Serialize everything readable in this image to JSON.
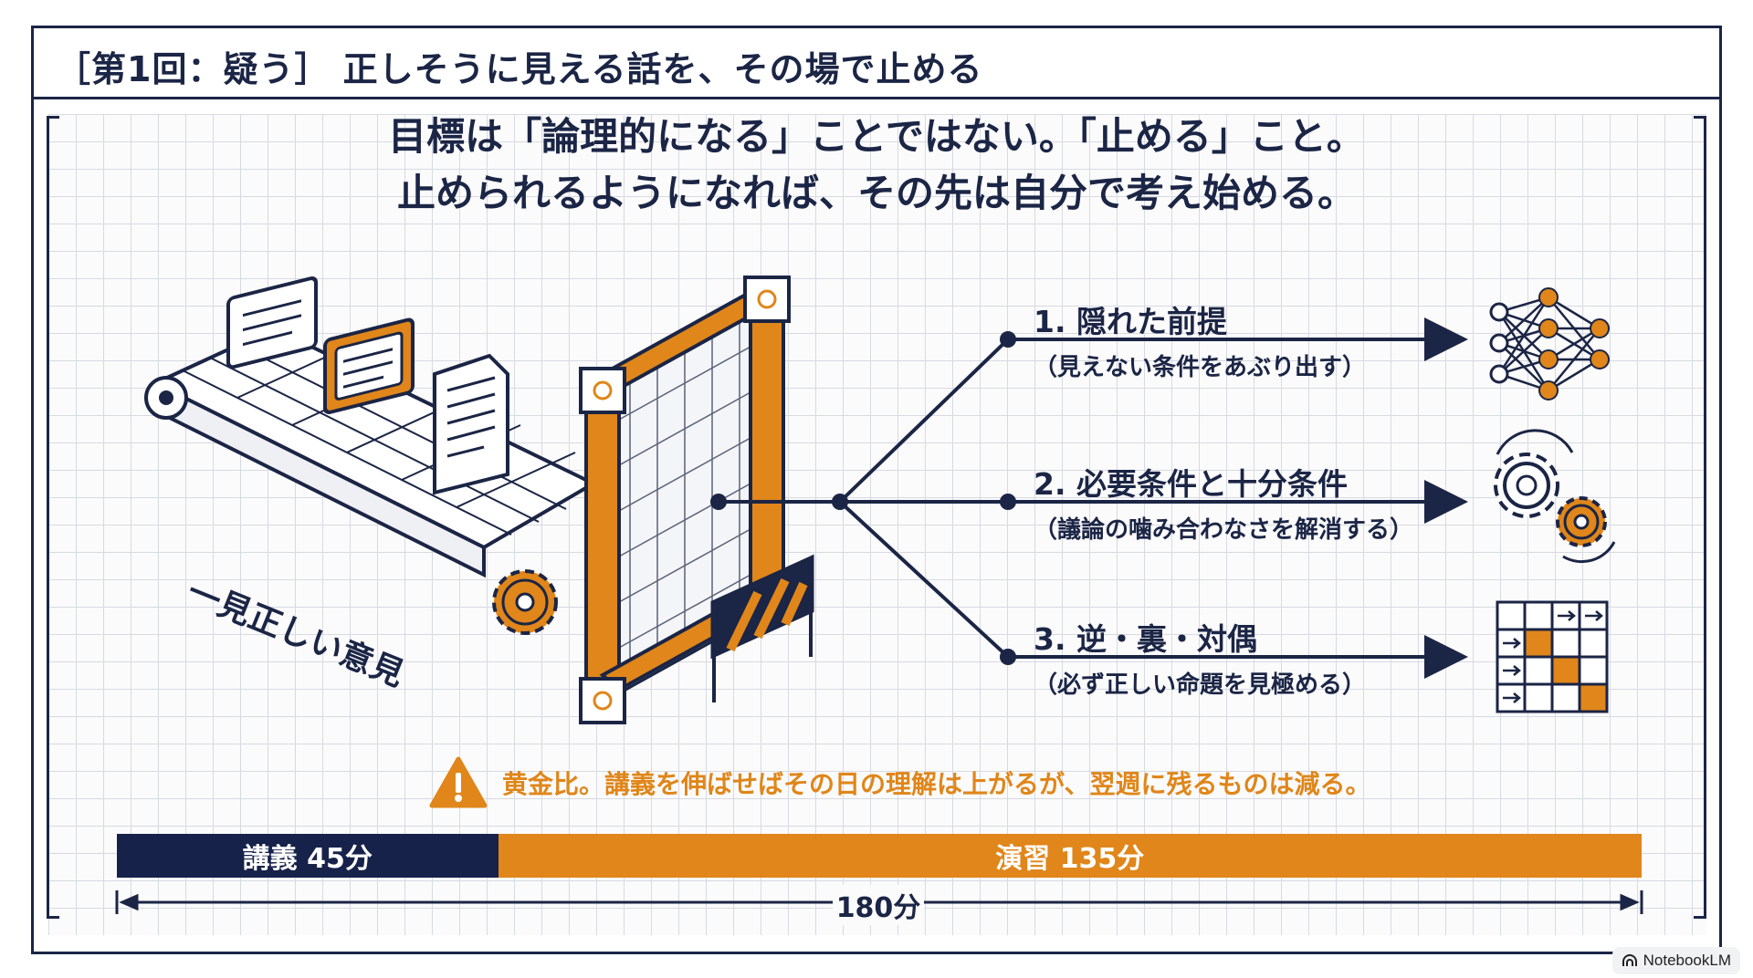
{
  "header": {
    "title": "［第1回：疑う］ 正しそうに見える話を、その場で止める"
  },
  "headline": {
    "line1": "目標は「論理的になる」ことではない。「止める」こと。",
    "line2": "止められるようになれば、その先は自分で考え始める。"
  },
  "diagram": {
    "input_label": "一見正しい意見",
    "branches": [
      {
        "title": "1. 隠れた前提",
        "subtitle": "（見えない条件をあぶり出す）",
        "icon": "network-icon"
      },
      {
        "title": "2. 必要条件と十分条件",
        "subtitle": "（議論の噛み合わなさを解消する）",
        "icon": "gears-icon"
      },
      {
        "title": "3. 逆・裏・対偶",
        "subtitle": "（必ず正しい命題を見極める）",
        "icon": "logic-grid-icon"
      }
    ]
  },
  "warning": {
    "text": "黄金比。講義を伸ばせばその日の理解は上がるが、翌週に残るものは減る。",
    "icon": "warning-icon"
  },
  "timeline": {
    "segments": [
      {
        "label": "講義 45分",
        "minutes": 45,
        "color": "#16224a"
      },
      {
        "label": "演習 135分",
        "minutes": 135,
        "color": "#e0861a"
      }
    ],
    "total_label": "180分",
    "total_minutes": 180
  },
  "badge": {
    "label": "NotebookLM"
  },
  "colors": {
    "navy": "#1b2545",
    "orange": "#e0861a",
    "grid": "#d7dae2"
  }
}
